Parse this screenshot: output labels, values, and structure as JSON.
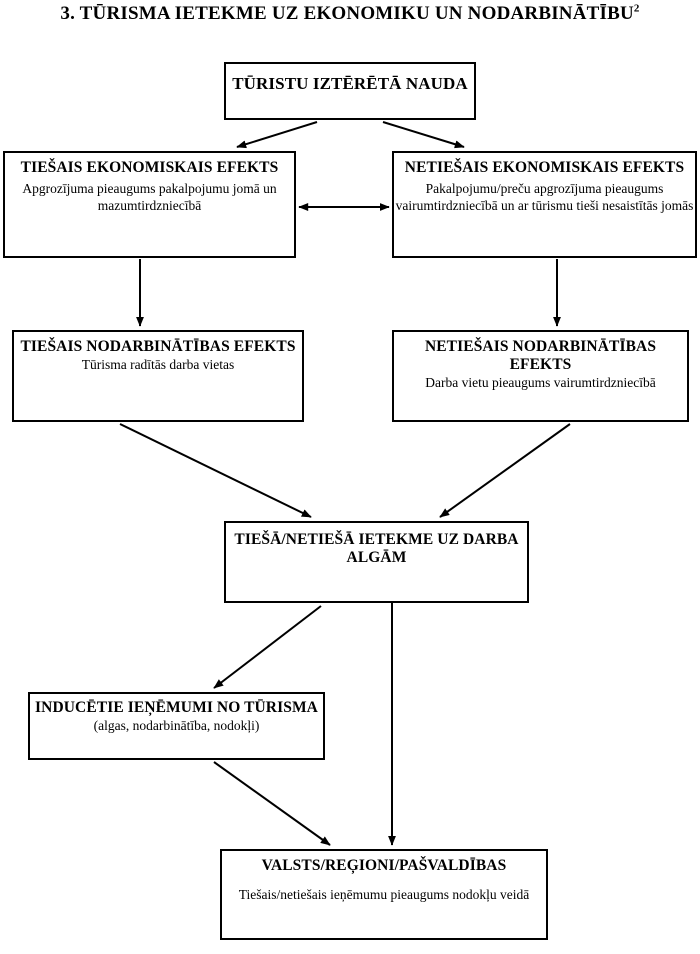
{
  "title": {
    "text": "3. TŪRISMA IETEKME UZ EKONOMIKU UN NODARBINĀTĪBU",
    "footnote_marker": "2"
  },
  "nodes": {
    "tourist_money": {
      "heading": "TŪRISTU IZTĒRĒTĀ NAUDA",
      "detail": ""
    },
    "direct_economic": {
      "heading": "TIEŠAIS EKONOMISKAIS EFEKTS",
      "detail": "Apgrozījuma pieaugums pakalpojumu jomā un mazumtirdzniecībā"
    },
    "indirect_economic": {
      "heading": "NETIEŠAIS EKONOMISKAIS EFEKTS",
      "detail": "Pakalpojumu/preču apgrozījuma pieaugums vairumtirdzniecībā un ar tūrismu tieši nesaistītās jomās"
    },
    "direct_employment": {
      "heading": "TIEŠAIS NODARBINĀTĪBAS EFEKTS",
      "detail": "Tūrisma radītās darba vietas"
    },
    "indirect_employment": {
      "heading": "NETIEŠAIS NODARBINĀTĪBAS EFEKTS",
      "detail": "Darba vietu pieaugums vairumtirdzniecībā"
    },
    "wages": {
      "heading": "TIEŠĀ/NETIEŠĀ IETEKME UZ DARBA ALGĀM",
      "detail": ""
    },
    "induced_income": {
      "heading": "INDUCĒTIE IEŅĒMUMI NO TŪRISMA",
      "detail": "(algas, nodarbinātība, nodokļi)"
    },
    "government": {
      "heading": "VALSTS/REĢIONI/PAŠVALDĪBAS",
      "detail": "Tiešais/netiešais ieņēmumu pieaugums nodokļu veidā"
    }
  },
  "connectors": [
    {
      "name": "money-to-direct-economic",
      "kind": "arrow-single"
    },
    {
      "name": "money-to-indirect-economic",
      "kind": "arrow-single"
    },
    {
      "name": "direct-indirect-economic-link",
      "kind": "arrow-double"
    },
    {
      "name": "direct-econ-to-direct-empl",
      "kind": "arrow-single"
    },
    {
      "name": "indirect-econ-to-indirect-empl",
      "kind": "arrow-single"
    },
    {
      "name": "direct-empl-to-wages",
      "kind": "arrow-single"
    },
    {
      "name": "indirect-empl-to-wages",
      "kind": "arrow-single"
    },
    {
      "name": "wages-to-induced-income",
      "kind": "arrow-single"
    },
    {
      "name": "wages-to-government",
      "kind": "arrow-single"
    },
    {
      "name": "induced-income-to-government",
      "kind": "arrow-single"
    }
  ],
  "colors": {
    "line": "#000000",
    "box_border": "#000000",
    "background": "#ffffff",
    "text": "#000000"
  }
}
